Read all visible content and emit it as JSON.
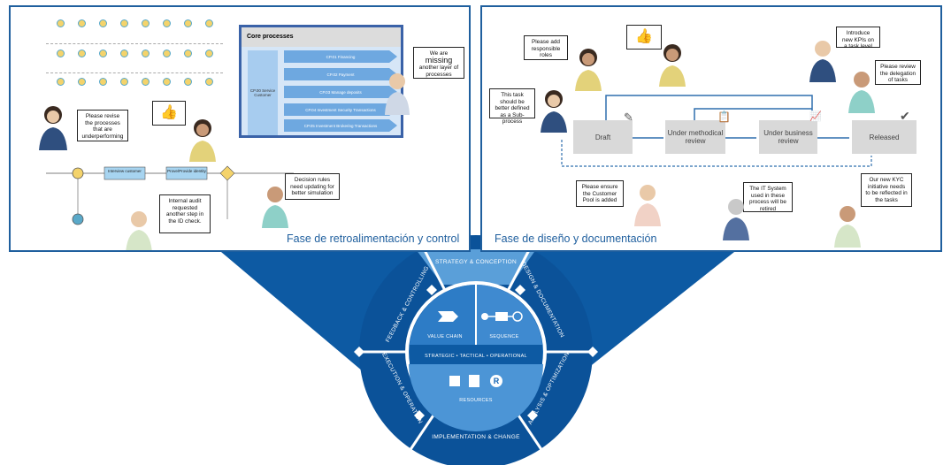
{
  "captions": {
    "left": "Fase de retroalimentación y control",
    "right": "Fase de diseño y documentación"
  },
  "left_panel": {
    "core_title": "Core processes",
    "core_left_label": "CP.00 Service Customer",
    "core_items": [
      "CP.01 Financing",
      "CP.02 Payment",
      "CP.03 Manage deposits",
      "CP.04 Investment Security Transactions",
      "CP.05 Investment Brokering Transactions"
    ],
    "bubble_missing": {
      "pre": "We are ",
      "big": "missing",
      "post": " another layer of processes"
    },
    "bubble_revise": "Please revise the processes that are underperforming",
    "bubble_audit": "Internal audit requested another step in the ID check.",
    "bubble_decision": "Decision rules need updating for better simulation",
    "flow_tasks": [
      "Interview customer",
      "Prove/Provide identity"
    ]
  },
  "right_panel": {
    "boxes": [
      "Draft",
      "Under methodical review",
      "Under business review",
      "Released"
    ],
    "bubbles": {
      "add_roles": "Please add responsible roles",
      "subprocess": "This task should be better defined as a Sub-process",
      "kpis": "Introduce new KPIs on a task level",
      "delegation": "Please review the delegation of tasks",
      "customer_pool": "Please ensure the Customer Pool is added",
      "it_system": "The IT System used in these process will be retired",
      "kyc": "Our new KYC initiative needs to be reflected in the tasks"
    }
  },
  "wheel": {
    "top": "STRATEGY & CONCEPTION",
    "design": "DESIGN & DOCUMENTATION",
    "analysis": "ANALYSIS & OPTIMIZATION",
    "implementation": "IMPLEMENTATION & CHANGE",
    "execution": "EXECUTION & OPERATION",
    "feedback": "FEEDBACK & CONTROLLING",
    "value_chain": "VALUE CHAIN",
    "sequence": "SEQUENCE",
    "resources": "RESOURCES",
    "levels": "STRATEGIC • TACTICAL • OPERATIONAL"
  },
  "colors": {
    "wheel_dark": "#0b5299",
    "wheel_mid": "#1566b4",
    "wheel_light": "#3f8ad0",
    "panel_border": "#1f5f9e"
  }
}
